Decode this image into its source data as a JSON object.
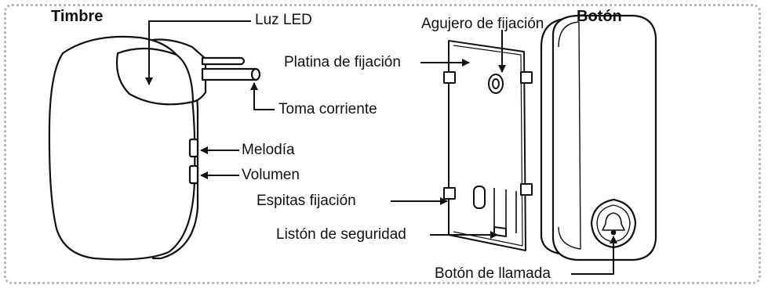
{
  "titles": {
    "chime": "Timbre",
    "button": "Botón"
  },
  "labels": {
    "led": "Luz LED",
    "plug": "Toma corriente",
    "melody": "Melodía",
    "volume": "Volumen",
    "mount_hole": "Agujero de fijación",
    "mount_plate": "Platina de fijación",
    "mount_pins": "Espitas fijación",
    "safety_strip": "Listón de seguridad",
    "call_button": "Botón de llamada"
  },
  "icons": {
    "bell": "bell-icon"
  },
  "colors": {
    "line": "#111111",
    "border": "#b9b9b9"
  }
}
